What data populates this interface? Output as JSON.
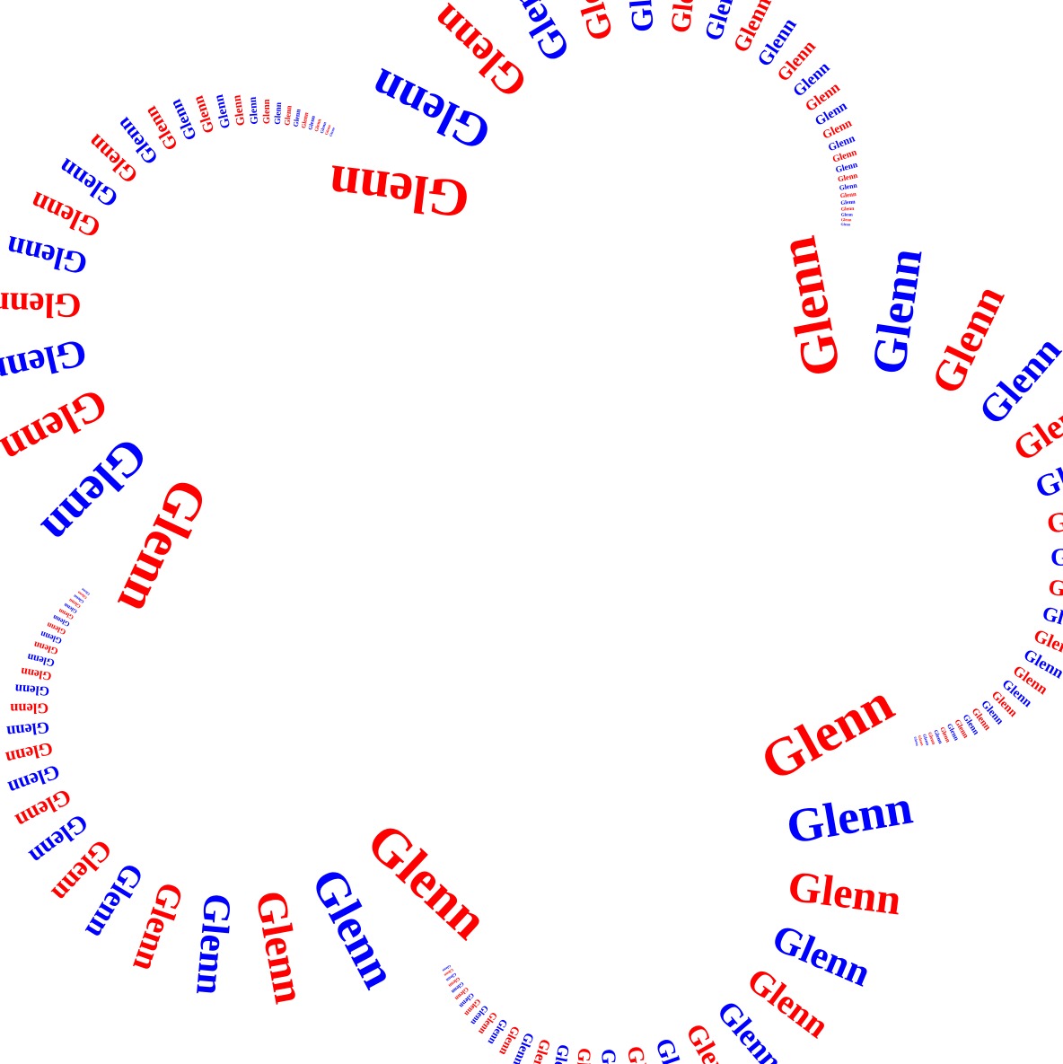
{
  "artwork": {
    "word": "Glenn",
    "colors": [
      "#ff0000",
      "#0000ff"
    ],
    "lobes": 5,
    "words_per_lobe": 26
  }
}
